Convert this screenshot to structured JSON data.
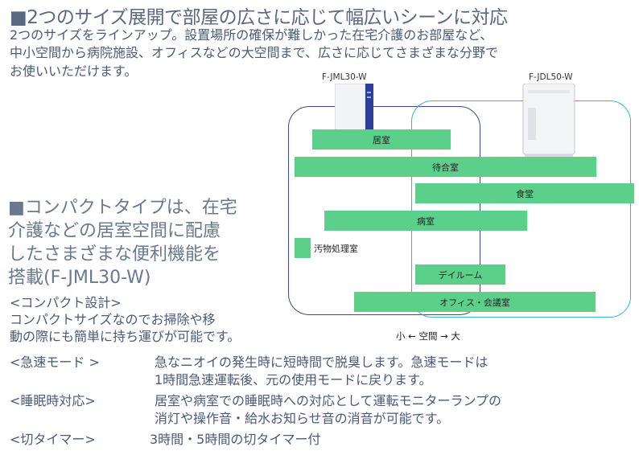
{
  "section1": {
    "heading": "■2つのサイズ展開で部屋の広さに応じて幅広いシーンに対応",
    "lines": [
      "2つのサイズをラインアップ。設置場所の確保が難しかった在宅介護のお部屋など、",
      "中小空間から病院施設、オフィスなどの大空間まで、広さに応じてさまざまな分野で",
      "お使いいただけます。"
    ]
  },
  "section2": {
    "heading_lines": [
      "■コンパクトタイプは、在宅",
      "介護などの居室空間に配慮",
      "したさまざまな便利機能を",
      "搭載(F-JML30-W)"
    ],
    "compact_title": "<コンパクト設計>",
    "compact_lines": [
      "コンパクトサイズなのでお掃除や移",
      "動の際にも簡単に持ち運びが可能です。"
    ],
    "features": [
      {
        "label": "<急速モード >",
        "lines": [
          "急なニオイの発生時に短時間で脱臭します。急速モードは",
          "1時間急速運転後、元の使用モードに戻ります。"
        ]
      },
      {
        "label": "<睡眠時対応>",
        "lines": [
          "居室や病室での睡眠時への対応として運転モニターランプの",
          "消灯や操作音・給水お知らせ音の消音が可能です。"
        ]
      },
      {
        "label": "<切タイマー>",
        "lines": [
          "3時間・5時間の切タイマー付"
        ]
      }
    ]
  },
  "diagram": {
    "product_small": "F-JML30-W",
    "product_large": "F-JDL50-W",
    "rooms": [
      "居室",
      "待合室",
      "食堂",
      "病室",
      "汚物処理室",
      "デイルーム",
      "オフィス・会議室"
    ],
    "scale_label": "小  ←  空間  →  大",
    "colors": {
      "bar": "#5ccf8a",
      "small_outline": "#3b4d7a",
      "large_outline": "#33b4d8"
    }
  }
}
